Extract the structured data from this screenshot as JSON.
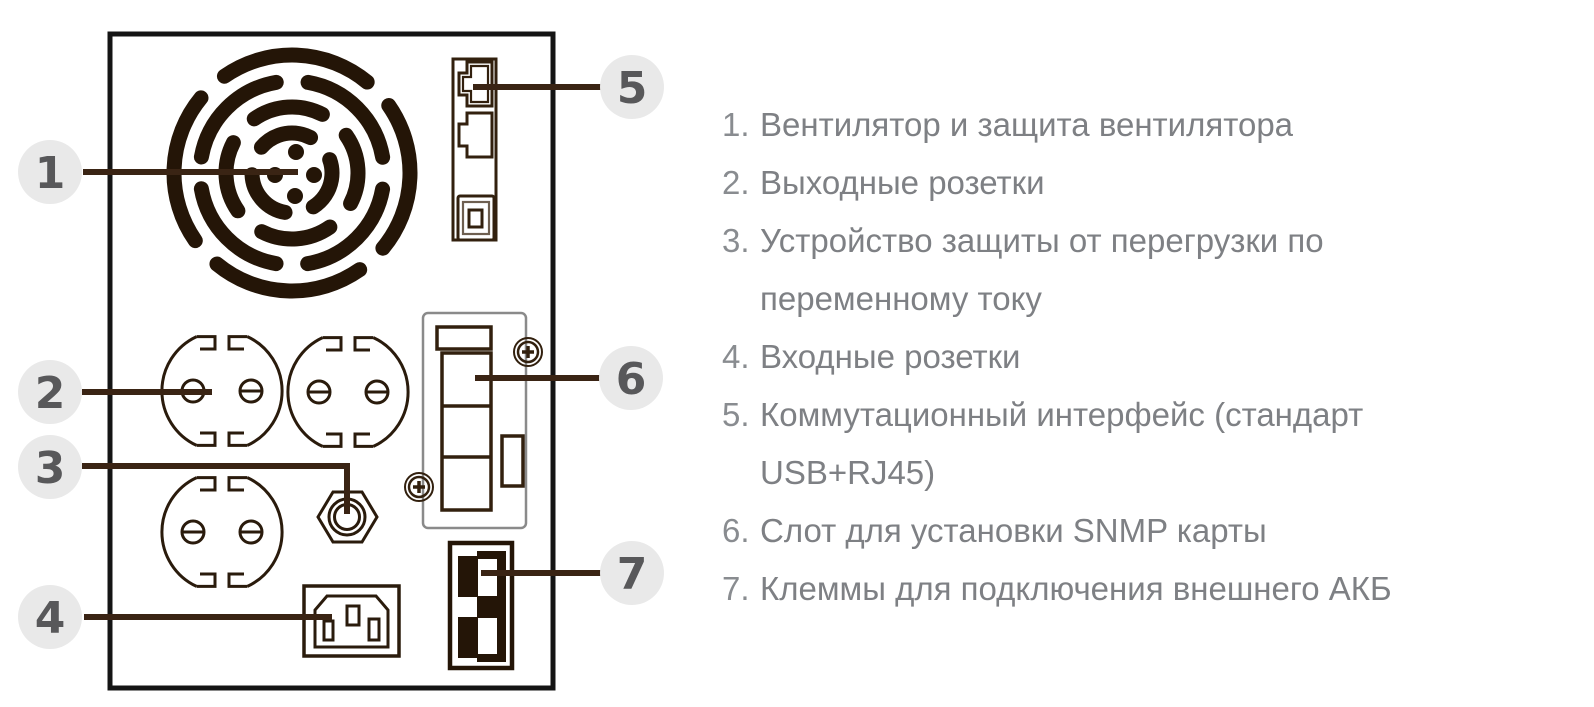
{
  "diagram": {
    "description": "UPS rear panel line drawing",
    "callouts": [
      {
        "number": "1"
      },
      {
        "number": "2"
      },
      {
        "number": "3"
      },
      {
        "number": "4"
      },
      {
        "number": "5"
      },
      {
        "number": "6"
      },
      {
        "number": "7"
      }
    ]
  },
  "legend": {
    "items": [
      {
        "number": "1.",
        "text": "Вентилятор и защита вентилятора"
      },
      {
        "number": "2.",
        "text": "Выходные розетки"
      },
      {
        "number": "3.",
        "text": "Устройство защиты от перегрузки по\nпеременному току"
      },
      {
        "number": "4.",
        "text": "Входные розетки"
      },
      {
        "number": "5.",
        "text": "Коммутационный интерфейс (стандарт\nUSB+RJ45)"
      },
      {
        "number": "6.",
        "text": "Слот для установки SNMP карты"
      },
      {
        "number": "7.",
        "text": "Клеммы для подключения внешнего АКБ"
      }
    ]
  },
  "colors": {
    "drawing_dark": "#241507",
    "outline_brown": "#2a1b0c",
    "leader_line": "#3a2414",
    "panel_border": "#141414",
    "bracket_gray": "#8a8a8a",
    "callout_bg": "#e9e9e9",
    "callout_number": "#58585a",
    "legend_text": "#7e8084"
  }
}
